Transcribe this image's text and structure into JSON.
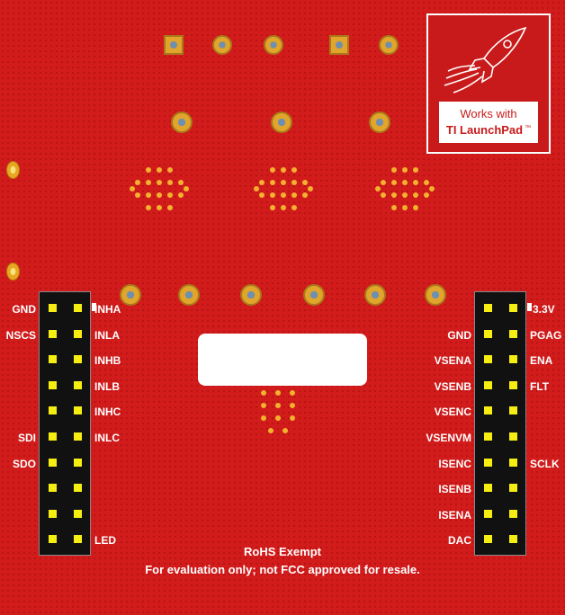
{
  "left_header": {
    "outer_labels": [
      "GND",
      "NSCS",
      "",
      "",
      "",
      "SDI",
      "SDO",
      "",
      "",
      ""
    ],
    "inner_labels": [
      "INHA",
      "INLA",
      "INHB",
      "INLB",
      "INHC",
      "INLC",
      "",
      "",
      "",
      "LED"
    ]
  },
  "right_header": {
    "inner_labels": [
      "",
      "GND",
      "VSENA",
      "VSENB",
      "VSENC",
      "VSENVM",
      "ISENC",
      "ISENB",
      "ISENA",
      "DAC"
    ],
    "outer_labels": [
      "3.3V",
      "PGAG",
      "ENA",
      "FLT",
      "",
      "",
      "SCLK",
      "",
      "",
      ""
    ]
  },
  "logo": {
    "line1": "Works with",
    "line2": "TI LaunchPad",
    "tm": "™"
  },
  "footer": {
    "line1": "RoHS Exempt",
    "line2": "For evaluation only; not FCC approved for resale."
  },
  "colors": {
    "board": "#d21b1b",
    "copper": "#e0a52a",
    "pin": "#f6ee12",
    "header": "#111111",
    "silkscreen": "#ffffff"
  }
}
